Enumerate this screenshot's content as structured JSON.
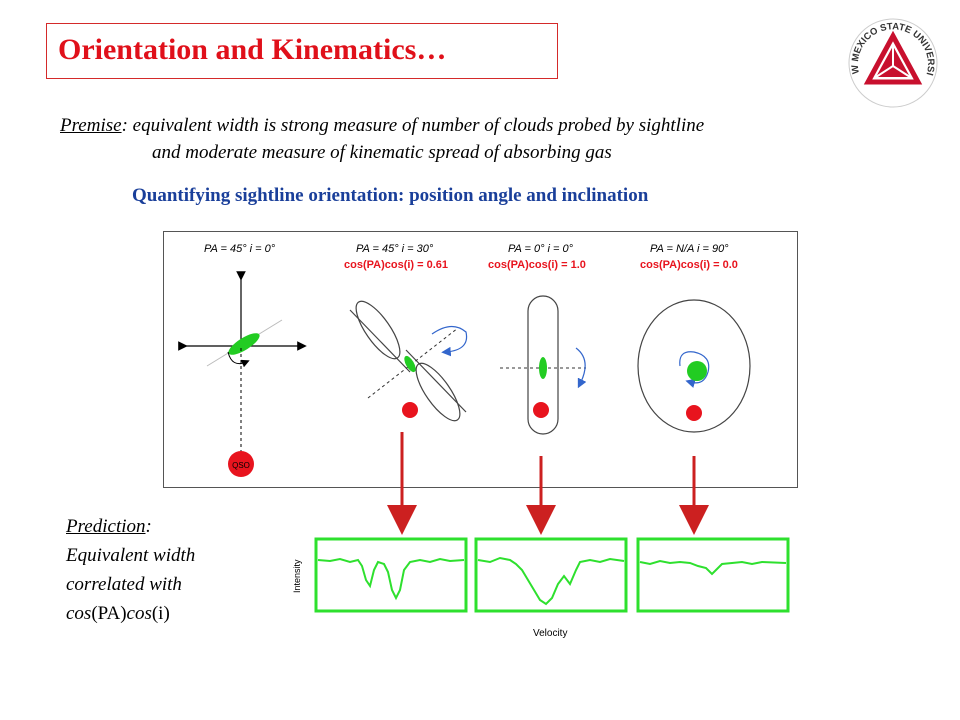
{
  "slide": {
    "title": "Orientation and Kinematics…",
    "premise_label": "Premise",
    "premise_text1": ": equivalent width is strong measure of number of clouds probed by sightline",
    "premise_text2": "and moderate measure of  kinematic spread of absorbing gas",
    "subtitle": "Quantifying sightline orientation: position angle and inclination",
    "prediction_label": "Prediction",
    "prediction_colon": ":",
    "prediction_line1": "Equivalent width",
    "prediction_line2": "correlated with",
    "prediction_cos1": "cos",
    "prediction_pa": "(PA)",
    "prediction_cos2": "cos",
    "prediction_i": "(i)"
  },
  "logo": {
    "text": "NEW MEXICO STATE UNIVERSITY",
    "color": "#c8102e"
  },
  "diagram": {
    "panels": [
      {
        "label": "PA = 45°  i = 0°",
        "formula": ""
      },
      {
        "label": "PA = 45°  i = 30°",
        "formula": "cos(PA)cos(i) = 0.61"
      },
      {
        "label": "PA = 0°  i = 0°",
        "formula": "cos(PA)cos(i) = 1.0"
      },
      {
        "label": "PA = N/A  i = 90°",
        "formula": "cos(PA)cos(i) = 0.0"
      }
    ],
    "qso_label": "QSO",
    "spectra_ylabel": "Intensity",
    "spectra_xlabel": "Velocity",
    "colors": {
      "galaxy": "#22cc22",
      "qso": "#e8141e",
      "arrow": "#cc2020",
      "rotation": "#3366cc",
      "spectrum_bg": "#ffffff",
      "spectrum_line": "#2ee02e",
      "formula": "#e8141e"
    }
  }
}
